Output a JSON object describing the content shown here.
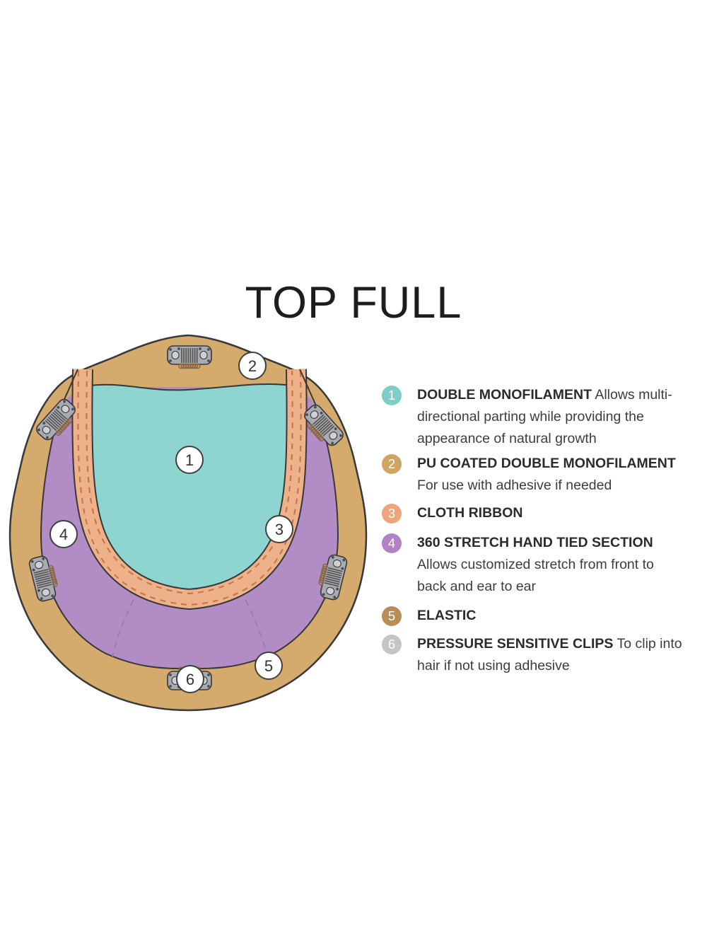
{
  "title": "TOP FULL",
  "colors": {
    "tan": "#d4aa6d",
    "teal": "#8ed4d0",
    "purple": "#b18cc5",
    "ribbon": "#efb18a",
    "stitch": "#c07a50",
    "outline": "#383838",
    "dart": "#9183a8",
    "clip_body": "#a9abb3",
    "clip_slot": "#cdd0d6",
    "clip_hole": "#4c4c50",
    "clip_teeth": "#54524e",
    "coil": "#8a6844",
    "callout_fill": "#ffffff",
    "callout_stroke": "#3f3f3f",
    "callout_text": "#333333"
  },
  "diagram": {
    "callouts": [
      {
        "number": "1"
      },
      {
        "number": "2"
      },
      {
        "number": "3"
      },
      {
        "number": "4"
      },
      {
        "number": "5"
      },
      {
        "number": "6"
      }
    ]
  },
  "legend": {
    "items": [
      {
        "number": "1",
        "color": "#7fcdc9",
        "heading": "DOUBLE MONOFILAMENT",
        "description": "Allows multi-directional parting while providing the appearance of natural growth"
      },
      {
        "number": "2",
        "color": "#d0a465",
        "heading": "PU COATED DOUBLE MONOFILAMENT",
        "description": "For use with adhesive if needed"
      },
      {
        "number": "3",
        "color": "#efa47c",
        "heading": "CLOTH RIBBON",
        "description": ""
      },
      {
        "number": "4",
        "color": "#b381c6",
        "heading": "360 STRETCH HAND TIED SECTION",
        "description": "Allows customized stretch from front to back and ear to ear"
      },
      {
        "number": "5",
        "color": "#b98d56",
        "heading": "ELASTIC",
        "description": ""
      },
      {
        "number": "6",
        "color": "#c3c5c8",
        "heading": "PRESSURE SENSITIVE CLIPS",
        "description": "To clip into hair if not using adhesive"
      }
    ]
  }
}
